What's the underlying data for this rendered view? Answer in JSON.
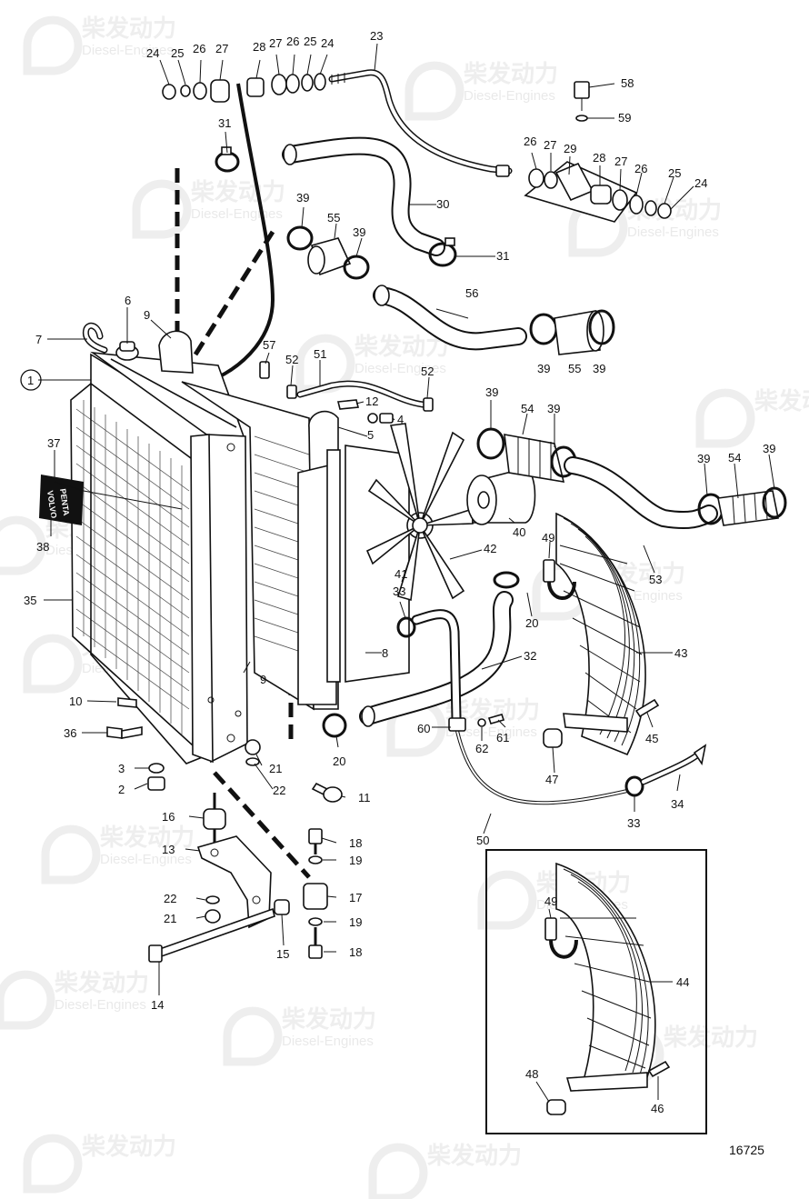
{
  "watermark": {
    "brand": "柴发动力",
    "sub": "Diesel-Engines"
  },
  "nameplate": {
    "line1": "VOLVO",
    "line2": "PENTA"
  },
  "figure_number": "16725",
  "callouts": [
    {
      "id": "c24a",
      "text": "24"
    },
    {
      "id": "c25a",
      "text": "25"
    },
    {
      "id": "c26a",
      "text": "26"
    },
    {
      "id": "c27a",
      "text": "27"
    },
    {
      "id": "c28a",
      "text": "28"
    },
    {
      "id": "c27b",
      "text": "27"
    },
    {
      "id": "c26b",
      "text": "26"
    },
    {
      "id": "c25b",
      "text": "25"
    },
    {
      "id": "c24b",
      "text": "24"
    },
    {
      "id": "c23",
      "text": "23"
    },
    {
      "id": "c58",
      "text": "58"
    },
    {
      "id": "c59",
      "text": "59"
    },
    {
      "id": "c31a",
      "text": "31"
    },
    {
      "id": "c26c",
      "text": "26"
    },
    {
      "id": "c27c",
      "text": "27"
    },
    {
      "id": "c29",
      "text": "29"
    },
    {
      "id": "c28b",
      "text": "28"
    },
    {
      "id": "c27d",
      "text": "27"
    },
    {
      "id": "c26d",
      "text": "26"
    },
    {
      "id": "c25c",
      "text": "25"
    },
    {
      "id": "c24c",
      "text": "24"
    },
    {
      "id": "c30",
      "text": "30"
    },
    {
      "id": "c39a",
      "text": "39"
    },
    {
      "id": "c55a",
      "text": "55"
    },
    {
      "id": "c39b",
      "text": "39"
    },
    {
      "id": "c31b",
      "text": "31"
    },
    {
      "id": "c56",
      "text": "56"
    },
    {
      "id": "c6",
      "text": "6"
    },
    {
      "id": "c9a",
      "text": "9"
    },
    {
      "id": "c7",
      "text": "7"
    },
    {
      "id": "c57",
      "text": "57"
    },
    {
      "id": "c52a",
      "text": "52"
    },
    {
      "id": "c51",
      "text": "51"
    },
    {
      "id": "c52b",
      "text": "52"
    },
    {
      "id": "c39c",
      "text": "39"
    },
    {
      "id": "c55b",
      "text": "55"
    },
    {
      "id": "c39d",
      "text": "39"
    },
    {
      "id": "c1",
      "text": "1"
    },
    {
      "id": "c12",
      "text": "12"
    },
    {
      "id": "c4",
      "text": "4"
    },
    {
      "id": "c5",
      "text": "5"
    },
    {
      "id": "c39e",
      "text": "39"
    },
    {
      "id": "c54a",
      "text": "54"
    },
    {
      "id": "c39f",
      "text": "39"
    },
    {
      "id": "c37",
      "text": "37"
    },
    {
      "id": "c39g",
      "text": "39"
    },
    {
      "id": "c54b",
      "text": "54"
    },
    {
      "id": "c39h",
      "text": "39"
    },
    {
      "id": "c38",
      "text": "38"
    },
    {
      "id": "c40",
      "text": "40"
    },
    {
      "id": "c49a",
      "text": "49"
    },
    {
      "id": "c42",
      "text": "42"
    },
    {
      "id": "c53",
      "text": "53"
    },
    {
      "id": "c41",
      "text": "41"
    },
    {
      "id": "c35",
      "text": "35"
    },
    {
      "id": "c33a",
      "text": "33"
    },
    {
      "id": "c20a",
      "text": "20"
    },
    {
      "id": "c8",
      "text": "8"
    },
    {
      "id": "c43",
      "text": "43"
    },
    {
      "id": "c32",
      "text": "32"
    },
    {
      "id": "c10",
      "text": "10"
    },
    {
      "id": "c9b",
      "text": "9"
    },
    {
      "id": "c36",
      "text": "36"
    },
    {
      "id": "c60",
      "text": "60"
    },
    {
      "id": "c61",
      "text": "61"
    },
    {
      "id": "c45",
      "text": "45"
    },
    {
      "id": "c62",
      "text": "62"
    },
    {
      "id": "c20b",
      "text": "20"
    },
    {
      "id": "c21a",
      "text": "21"
    },
    {
      "id": "c3",
      "text": "3"
    },
    {
      "id": "c22a",
      "text": "22"
    },
    {
      "id": "c2",
      "text": "2"
    },
    {
      "id": "c47",
      "text": "47"
    },
    {
      "id": "c34",
      "text": "34"
    },
    {
      "id": "c11",
      "text": "11"
    },
    {
      "id": "c16",
      "text": "16"
    },
    {
      "id": "c33b",
      "text": "33"
    },
    {
      "id": "c50",
      "text": "50"
    },
    {
      "id": "c18a",
      "text": "18"
    },
    {
      "id": "c13",
      "text": "13"
    },
    {
      "id": "c19a",
      "text": "19"
    },
    {
      "id": "c22b",
      "text": "22"
    },
    {
      "id": "c17",
      "text": "17"
    },
    {
      "id": "c21b",
      "text": "21"
    },
    {
      "id": "c19b",
      "text": "19"
    },
    {
      "id": "c49b",
      "text": "49"
    },
    {
      "id": "c15",
      "text": "15"
    },
    {
      "id": "c18b",
      "text": "18"
    },
    {
      "id": "c44",
      "text": "44"
    },
    {
      "id": "c14",
      "text": "14"
    },
    {
      "id": "c48",
      "text": "48"
    },
    {
      "id": "c46",
      "text": "46"
    }
  ]
}
